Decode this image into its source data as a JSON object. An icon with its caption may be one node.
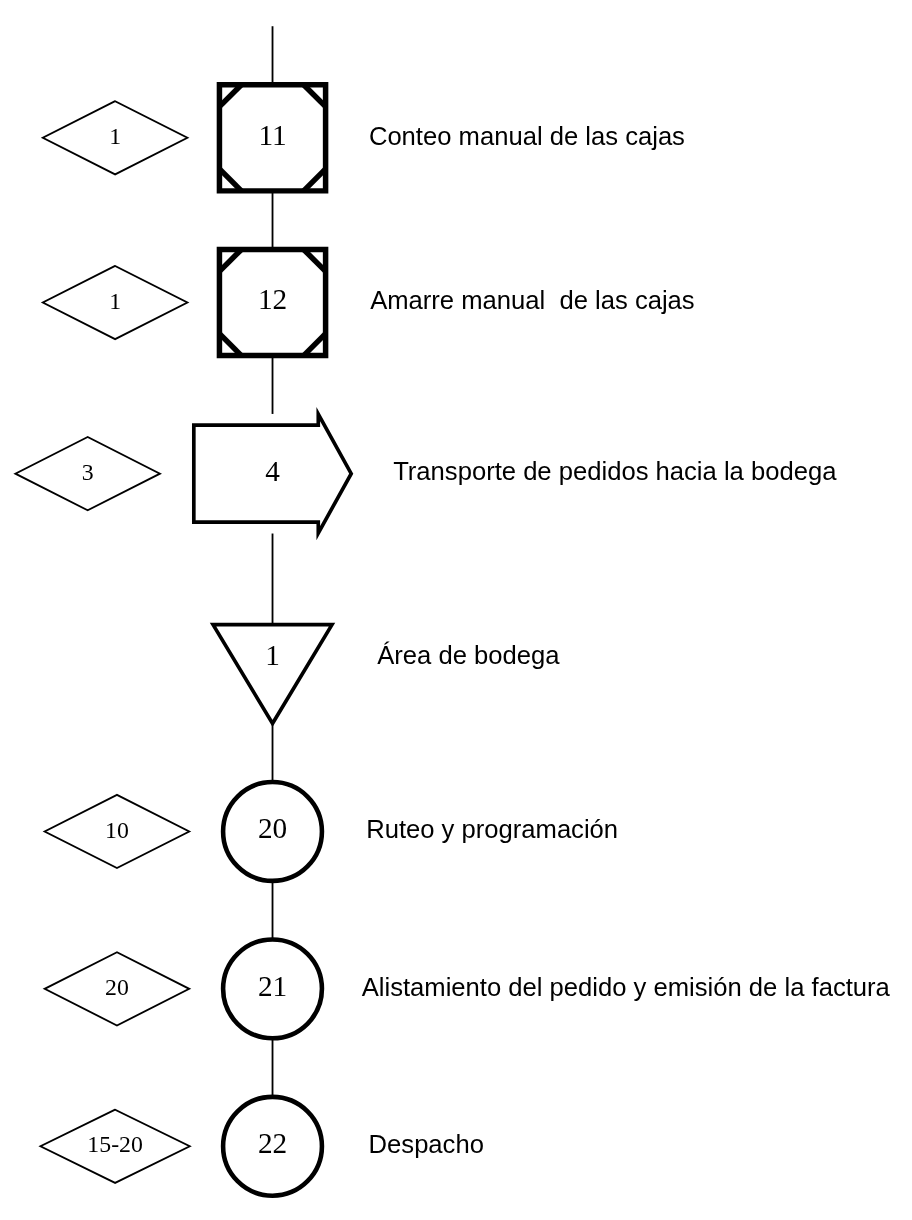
{
  "diagram": {
    "nodes": [
      {
        "text": [
          "1"
        ]
      },
      {
        "text": [
          "11"
        ],
        "beside": [
          "Conteo manual de las cajas"
        ]
      },
      {
        "text": [
          "1"
        ]
      },
      {
        "text": [
          "12"
        ],
        "beside": [
          "Amarre manual  de las cajas"
        ]
      },
      {
        "text": [
          "3"
        ]
      },
      {
        "text": [
          "4"
        ],
        "beside": [
          "Transporte de pedidos hacia la bodega"
        ]
      },
      {
        "text": [
          "1"
        ],
        "beside": [
          "Área de bodega"
        ]
      },
      {
        "text": [
          "10"
        ]
      },
      {
        "text": [
          "20"
        ],
        "beside": [
          "Ruteo y programación"
        ]
      },
      {
        "text": [
          "20"
        ]
      },
      {
        "text": [
          "21"
        ],
        "beside": [
          "Alistamiento del pedido y emisión de la factura"
        ]
      },
      {
        "text": [
          "15-20"
        ]
      },
      {
        "text": [
          "22"
        ],
        "beside": [
          "Despacho"
        ]
      }
    ],
    "edges": [
      {
        "from": null,
        "to": 1,
        "arrow": "none"
      },
      {
        "from": 1,
        "to": 3,
        "arrow": "none"
      },
      {
        "from": 3,
        "to": 5,
        "arrow": "none"
      },
      {
        "from": 5,
        "to": 6,
        "arrow": "none"
      },
      {
        "from": 6,
        "to": 8,
        "arrow": "none"
      },
      {
        "from": 8,
        "to": 10,
        "arrow": "none"
      },
      {
        "from": 10,
        "to": 12,
        "arrow": "none"
      }
    ]
  }
}
